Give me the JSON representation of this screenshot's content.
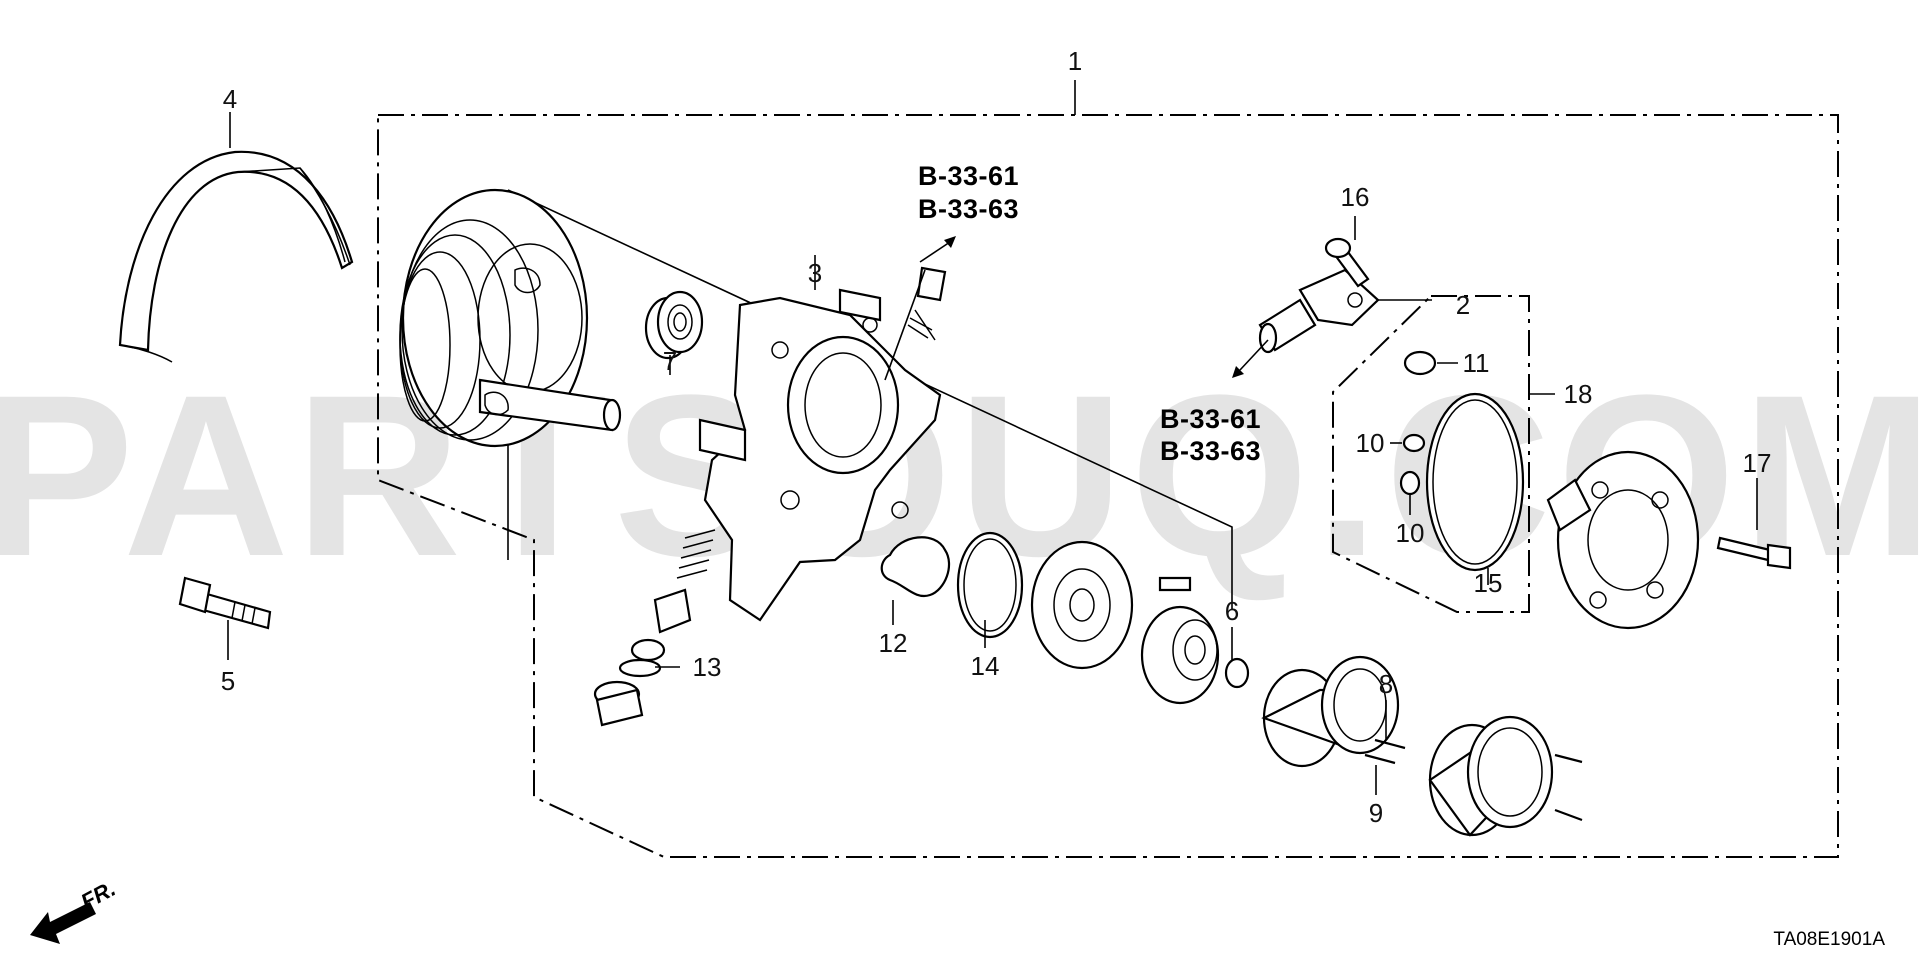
{
  "watermark": "PARTSOUQ.COM",
  "callouts": {
    "c1": "1",
    "c2": "2",
    "c3": "3",
    "c4": "4",
    "c5": "5",
    "c6": "6",
    "c7": "7",
    "c8": "8",
    "c9": "9",
    "c10a": "10",
    "c10b": "10",
    "c11": "11",
    "c12": "12",
    "c13": "13",
    "c14": "14",
    "c15": "15",
    "c16": "16",
    "c17": "17",
    "c18": "18"
  },
  "references": {
    "ref_a1": "B-33-61",
    "ref_a2": "B-33-63",
    "ref_b1": "B-33-61",
    "ref_b2": "B-33-63"
  },
  "direction_label": "FR.",
  "diagram_code": "TA08E1901A",
  "icons": {
    "front_arrow": "arrow-left-down-icon",
    "ref_arrow": "arrow-up-right-icon"
  }
}
